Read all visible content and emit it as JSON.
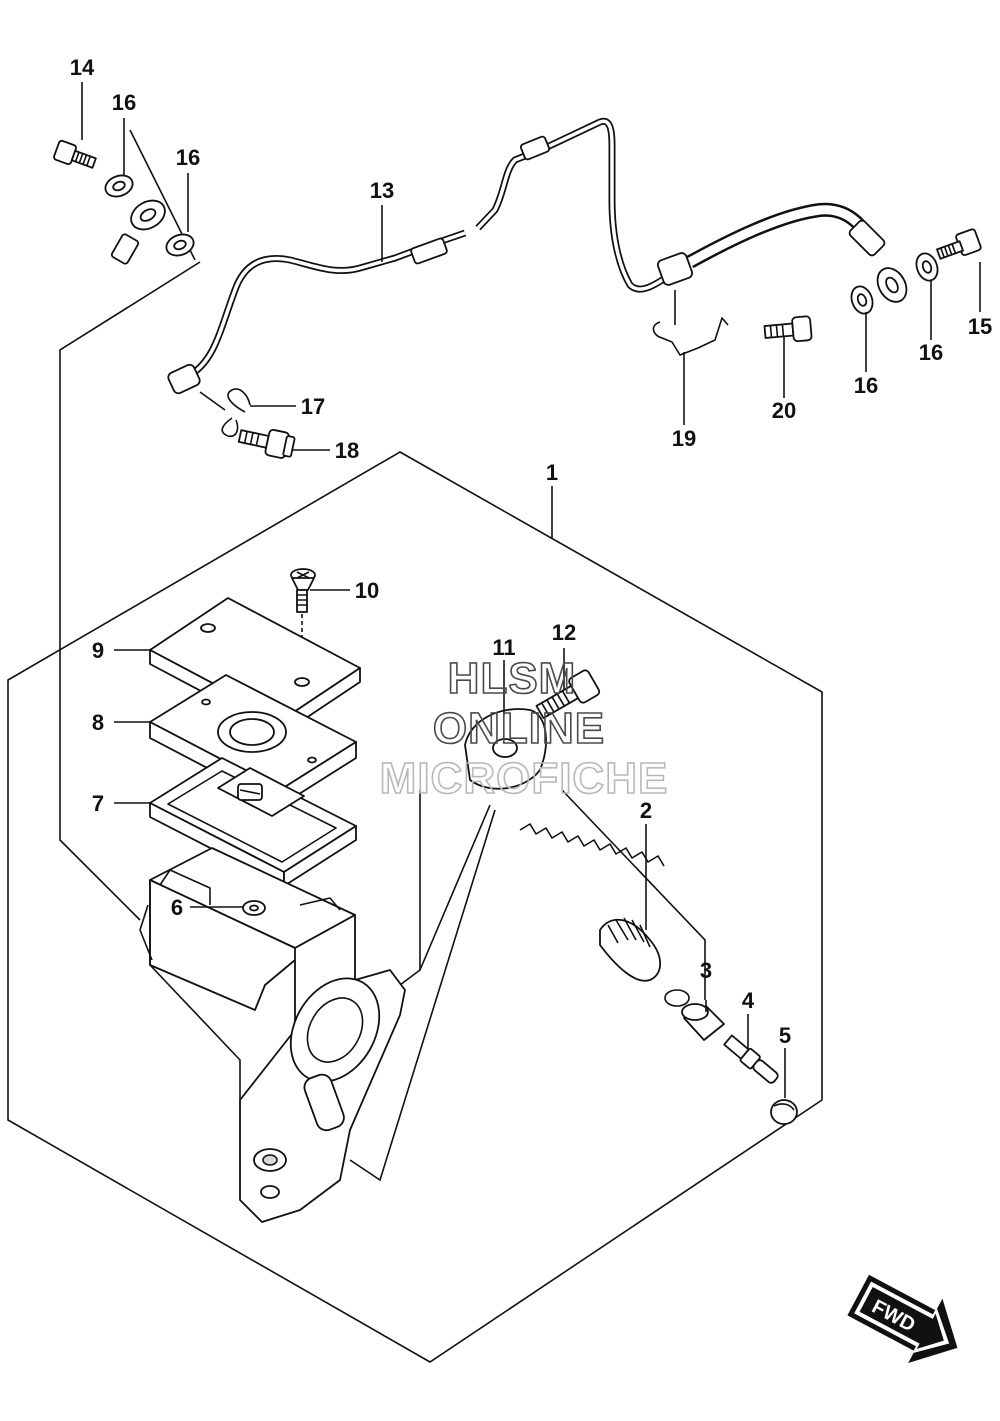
{
  "callouts": [
    {
      "id": "14",
      "label": "14"
    },
    {
      "id": "16a",
      "label": "16"
    },
    {
      "id": "16b",
      "label": "16"
    },
    {
      "id": "13",
      "label": "13"
    },
    {
      "id": "16c",
      "label": "16"
    },
    {
      "id": "15",
      "label": "15"
    },
    {
      "id": "16d",
      "label": "16"
    },
    {
      "id": "20",
      "label": "20"
    },
    {
      "id": "19",
      "label": "19"
    },
    {
      "id": "17",
      "label": "17"
    },
    {
      "id": "18",
      "label": "18"
    },
    {
      "id": "1",
      "label": "1"
    },
    {
      "id": "10",
      "label": "10"
    },
    {
      "id": "9",
      "label": "9"
    },
    {
      "id": "8",
      "label": "8"
    },
    {
      "id": "7",
      "label": "7"
    },
    {
      "id": "6",
      "label": "6"
    },
    {
      "id": "11",
      "label": "11"
    },
    {
      "id": "12",
      "label": "12"
    },
    {
      "id": "2",
      "label": "2"
    },
    {
      "id": "3",
      "label": "3"
    },
    {
      "id": "4",
      "label": "4"
    },
    {
      "id": "5",
      "label": "5"
    }
  ],
  "watermark": {
    "line1": "HLSM",
    "line2": "ONLINE",
    "line3": "MICROFICHE"
  },
  "fwd_label": "FWD",
  "colors": {
    "ink": "#111111",
    "watermark_dark": "#4a4a4a",
    "watermark_light": "#b8b8b8"
  }
}
